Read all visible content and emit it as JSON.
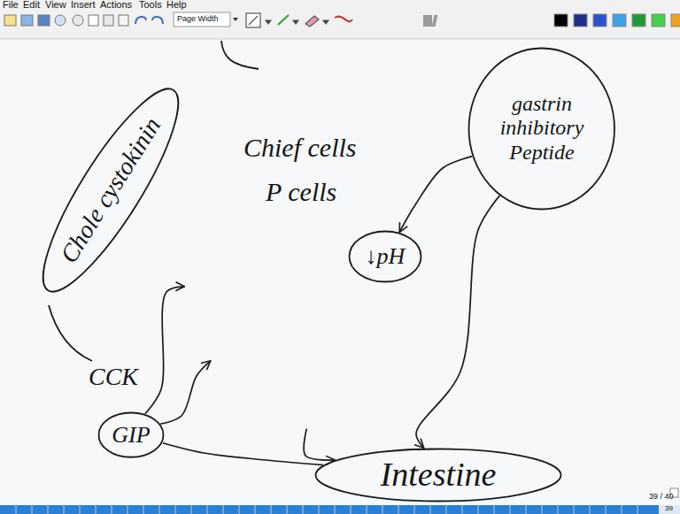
{
  "diagram": {
    "nodes": [
      {
        "text": [
          "Chole cystokinin"
        ]
      },
      {
        "text": [
          "Chief cells",
          "P cells"
        ]
      },
      {
        "text": [
          "↓pH"
        ],
        "in": 1
      },
      {
        "text": [
          "gastrin inhibitory Peptide"
        ]
      },
      {
        "text": [
          "GIP"
        ]
      },
      {
        "text": [
          "Intestine"
        ]
      }
    ],
    "edges": [
      {
        "from": 4,
        "to": 1,
        "arrow": "to"
      },
      {
        "from": 4,
        "to": 1,
        "arrow": "to"
      },
      {
        "from": 3,
        "to": 2,
        "arrow": "to"
      },
      {
        "from": 1,
        "to": 5,
        "arrow": "to"
      },
      {
        "from": 4,
        "to": 5,
        "arrow": "none"
      },
      {
        "from": 3,
        "to": 5,
        "arrow": "to"
      }
    ],
    "labels": [
      "File",
      "Edit",
      "View",
      "Insert",
      "Actions",
      "Tools",
      "Help",
      "Page Width",
      "CCK",
      "39 / 40",
      "39"
    ]
  }
}
